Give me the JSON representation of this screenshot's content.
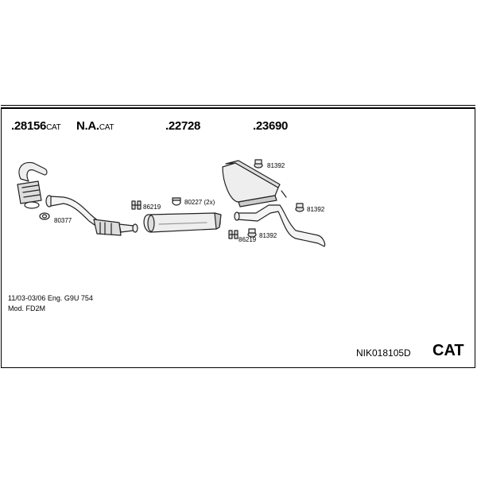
{
  "headers": {
    "h1_num": ".28156",
    "h1_suffix": "CAT",
    "h2_num": "N.A.",
    "h2_suffix": "CAT",
    "h3": ".22728",
    "h4": ".23690"
  },
  "labels": {
    "l80377": "80377",
    "l86219a": "86219",
    "l80227": "80227 (2x)",
    "l81392a": "81392",
    "l81392b": "81392",
    "l81392c": "81392",
    "l86219b": "86219"
  },
  "info": {
    "line1": "11/03-03/06   Eng. G9U 754",
    "line2": "Mod. FD2M"
  },
  "footer": {
    "code": "NIK018105D",
    "cat": "CAT"
  }
}
